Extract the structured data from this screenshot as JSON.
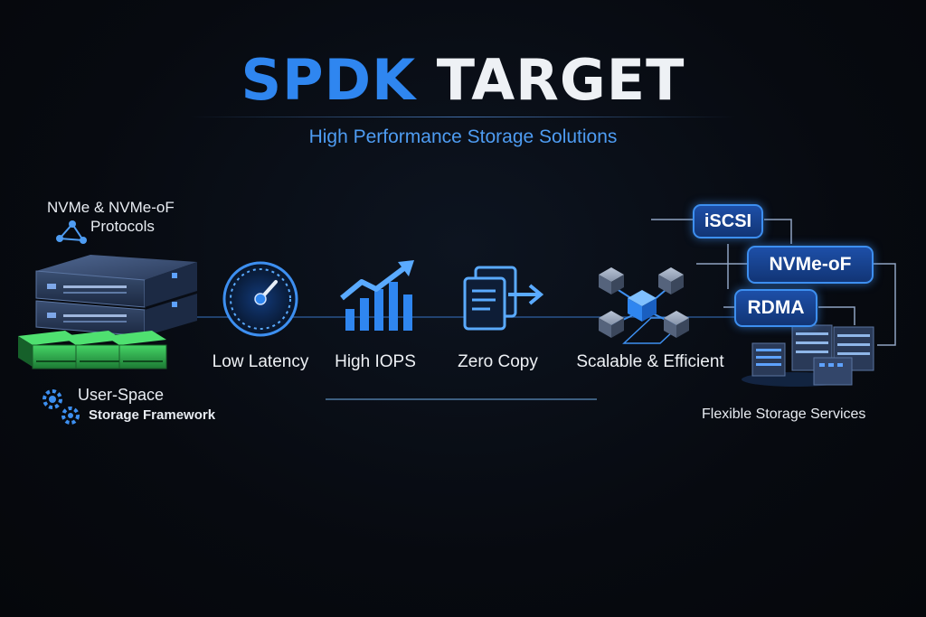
{
  "header": {
    "title_part1": "SPDK",
    "title_part2": "TARGET",
    "subtitle": "High Performance Storage Solutions"
  },
  "left": {
    "protocols_line1": "NVMe & NVMe-oF",
    "protocols_line2": "Protocols",
    "framework_line1": "User-Space",
    "framework_line2": "Storage Framework"
  },
  "features": [
    {
      "label": "Low Latency",
      "icon": "speedometer-icon"
    },
    {
      "label": "High IOPS",
      "icon": "bar-chart-growth-icon"
    },
    {
      "label": "Zero Copy",
      "icon": "document-copy-icon"
    },
    {
      "label": "Scalable & Efficient",
      "icon": "cube-network-icon"
    }
  ],
  "right": {
    "protocols": [
      "iSCSI",
      "NVMe-oF",
      "RDMA"
    ],
    "services_label": "Flexible Storage Services"
  },
  "colors": {
    "accent_blue": "#2f86f0",
    "subtitle_blue": "#4e9cf2",
    "badge_blue": "#1d4fa8",
    "drive_green": "#2fb24a",
    "background": "#070a10"
  }
}
